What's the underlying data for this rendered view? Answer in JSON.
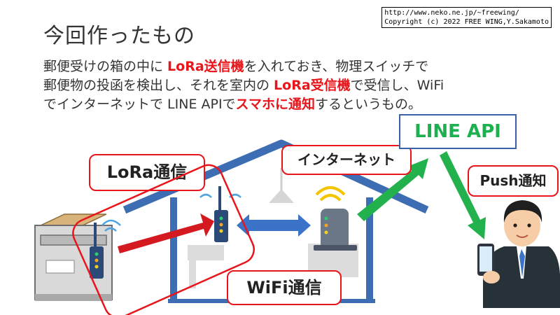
{
  "title": "今回作ったもの",
  "copyright": {
    "line1": "http://www.neko.ne.jp/~freewing/",
    "line2": "Copyright (c) 2022 FREE WING,Y.Sakamoto"
  },
  "description": {
    "l1a": "郵便受けの箱の中に ",
    "l1b": "LoRa送信機",
    "l1c": "を入れておき、物理スイッチで",
    "l2a": "郵便物の投函を検出し、それを室内の ",
    "l2b": "LoRa受信機",
    "l2c": "で受信し、WiFi",
    "l3a": "でインターネットで LINE APIで",
    "l3b": "スマホに通知",
    "l3c": "するというもの。"
  },
  "labels": {
    "lora": "LoRa通信",
    "wifi": "WiFi通信",
    "internet": "インターネット",
    "push": "Push通知",
    "line_api": "LINE API"
  },
  "colors": {
    "highlight": "#e8151b",
    "line_green": "#1db04f",
    "house_blue": "#3d6db3",
    "arrow_red": "#d41920",
    "arrow_blue": "#3a73c8"
  }
}
